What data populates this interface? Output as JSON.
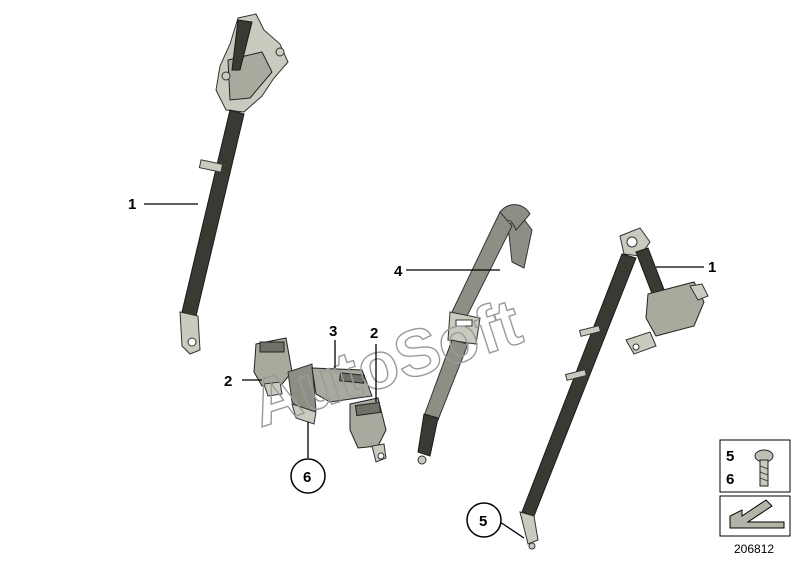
{
  "diagram": {
    "callouts": {
      "c1a": "1",
      "c1b": "1",
      "c2a": "2",
      "c2b": "2",
      "c3": "3",
      "c4": "4",
      "c5": "5",
      "c6": "6"
    },
    "watermark": "AutoSoft",
    "legend_box": {
      "label_5": "5",
      "label_6": "6"
    },
    "reference_number": "206812"
  }
}
